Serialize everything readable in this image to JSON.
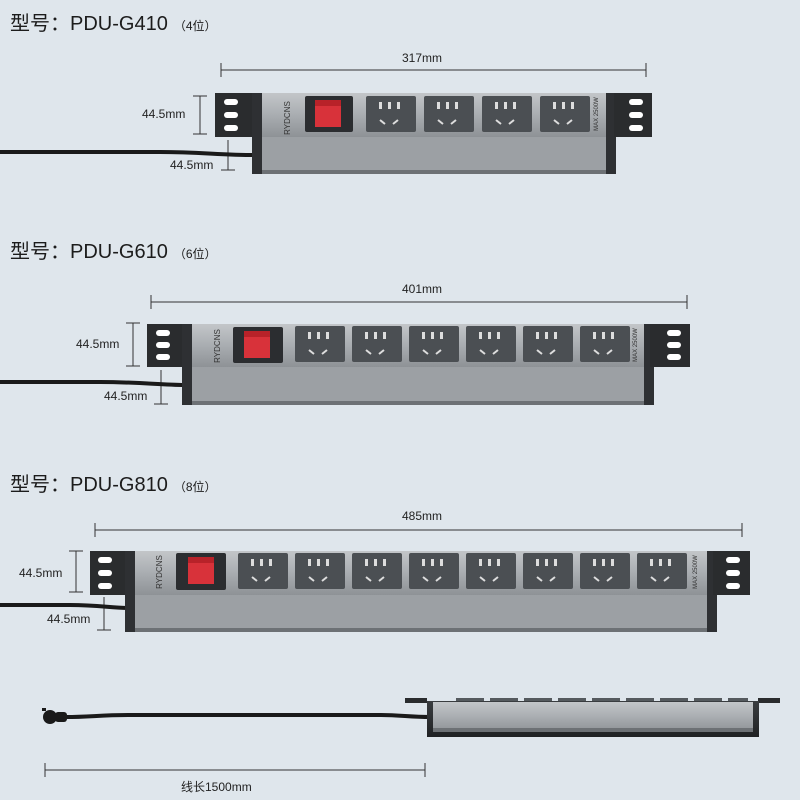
{
  "models": [
    {
      "prefix": "型号：",
      "model": "PDU-G410",
      "slots": "（4位）",
      "length": "317mm",
      "height": "44.5mm",
      "depth": "44.5mm",
      "brand": "RYDCNS",
      "rating": "MAX 2500W"
    },
    {
      "prefix": "型号：",
      "model": "PDU-G610",
      "slots": "（6位）",
      "length": "401mm",
      "height": "44.5mm",
      "depth": "44.5mm",
      "brand": "RYDCNS",
      "rating": "MAX 2500W"
    },
    {
      "prefix": "型号：",
      "model": "PDU-G810",
      "slots": "（8位）",
      "length": "485mm",
      "height": "44.5mm",
      "depth": "44.5mm",
      "brand": "RYDCNS",
      "rating": "MAX 2500W"
    }
  ],
  "cable": {
    "length_label": "线长1500mm"
  },
  "colors": {
    "background": "#dfe6ec",
    "housing": "#a9adb1",
    "socket": "#4b4f53",
    "switch": "#d8323a",
    "cord": "#1a1a1a"
  }
}
